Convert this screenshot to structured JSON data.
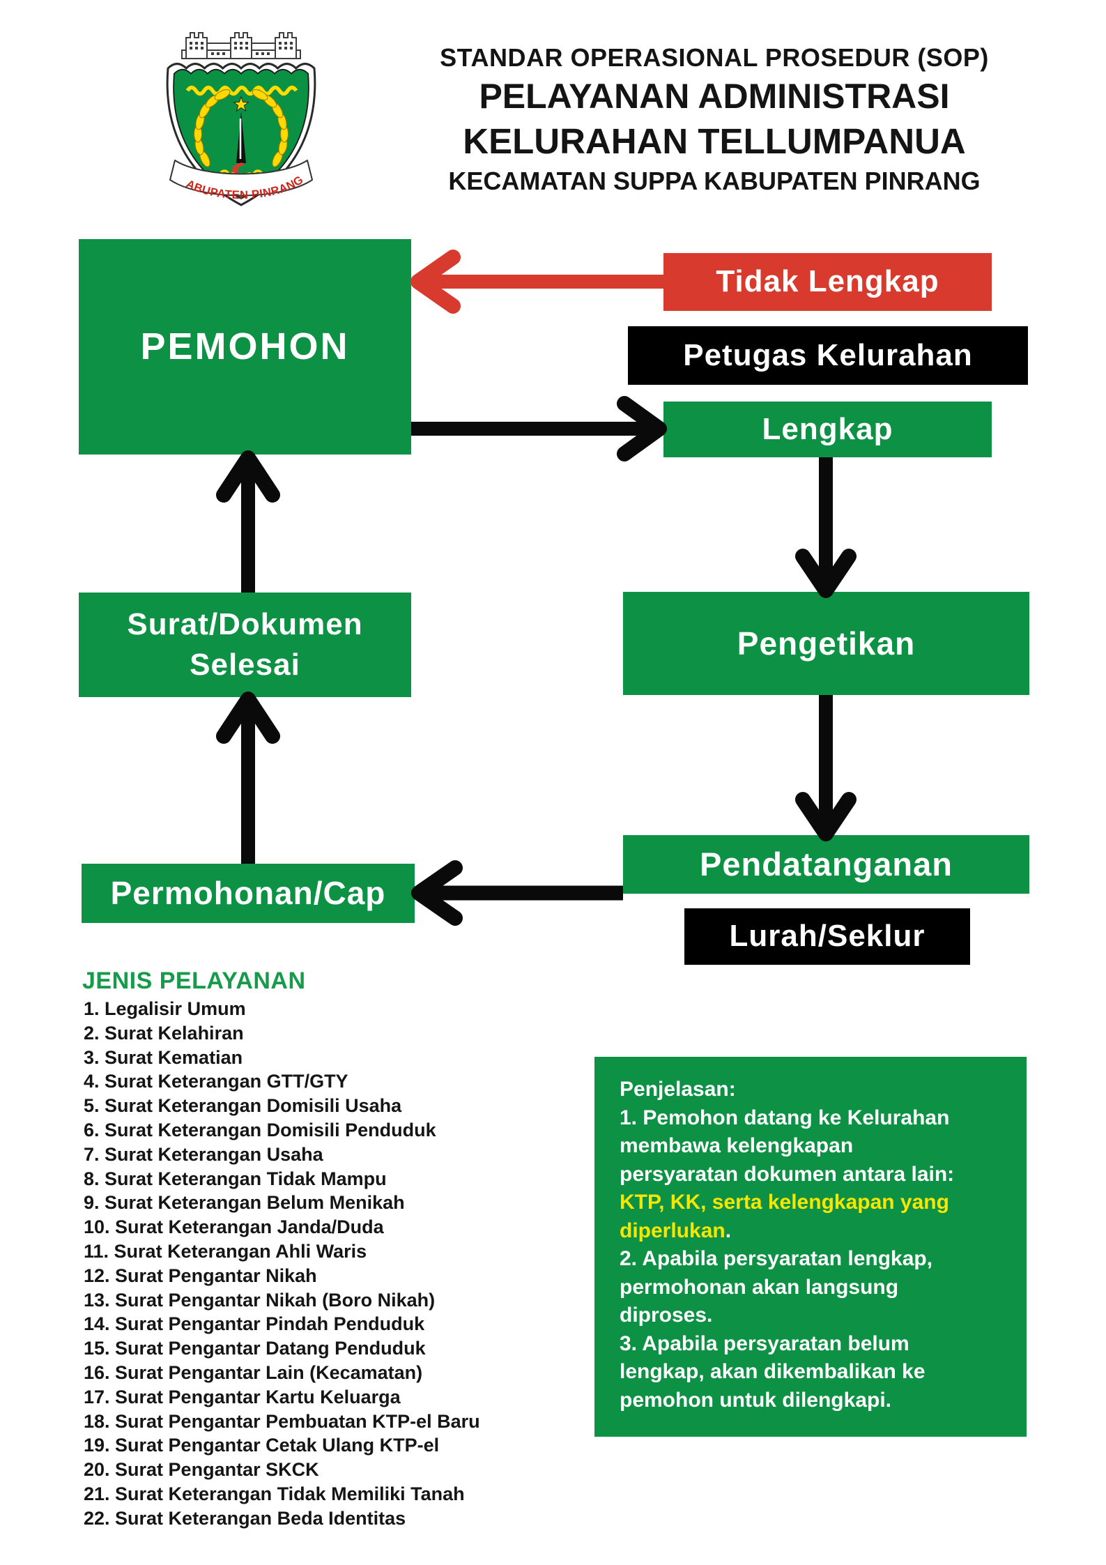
{
  "palette": {
    "green": "#0d9144",
    "heading-green": "#169b4a",
    "red": "#d93a2e",
    "black": "#000000",
    "yellow": "#f7e600",
    "white": "#ffffff"
  },
  "header": {
    "logo": {
      "name": "kabupaten-pinrang-seal",
      "banner_text": "KABUPATEN PINRANG"
    },
    "title_lines": {
      "line1": "STANDAR OPERASIONAL PROSEDUR (SOP)",
      "line2": "PELAYANAN ADMINISTRASI",
      "line3": "KELURAHAN TELLUMPANUA",
      "line4": "KECAMATAN SUPPA KABUPATEN PINRANG"
    }
  },
  "flowchart": {
    "nodes": {
      "pemohon": {
        "label": "PEMOHON",
        "color": "green"
      },
      "tidak_lengkap": {
        "label": "Tidak Lengkap",
        "color": "red"
      },
      "petugas_kelurahan": {
        "label": "Petugas Kelurahan",
        "color": "black"
      },
      "lengkap": {
        "label": "Lengkap",
        "color": "green"
      },
      "pengetikan": {
        "label": "Pengetikan",
        "color": "green"
      },
      "surat_dokumen_selesai": {
        "label": "Surat/Dokumen\nSelesai",
        "color": "green"
      },
      "pendatanganan": {
        "label": "Pendatanganan",
        "color": "green"
      },
      "lurah_seklur": {
        "label": "Lurah/Seklur",
        "color": "black"
      },
      "permohonan_cap": {
        "label": "Permohonan/Cap",
        "color": "green"
      }
    },
    "arrows": [
      "tidak-lengkap-to-pemohon (red)",
      "pemohon-to-lengkap",
      "lengkap-to-pengetikan",
      "pengetikan-to-pendatanganan",
      "pendatanganan-to-permohonan-cap",
      "permohonan-cap-to-surat-dokumen",
      "surat-dokumen-to-pemohon"
    ]
  },
  "services": {
    "heading": "JENIS PELAYANAN",
    "items": [
      "1. Legalisir Umum",
      "2. Surat Kelahiran",
      "3. Surat Kematian",
      "4. Surat Keterangan GTT/GTY",
      "5. Surat Keterangan Domisili Usaha",
      "6. Surat Keterangan Domisili Penduduk",
      "7. Surat Keterangan Usaha",
      "8. Surat Keterangan Tidak Mampu",
      "9. Surat Keterangan Belum Menikah",
      "10. Surat Keterangan Janda/Duda",
      "11. Surat Keterangan Ahli Waris",
      "12. Surat Pengantar Nikah",
      "13. Surat Pengantar Nikah (Boro Nikah)",
      "14. Surat Pengantar Pindah Penduduk",
      "15. Surat Pengantar Datang Penduduk",
      "16. Surat Pengantar Lain (Kecamatan)",
      "17. Surat Pengantar Kartu Keluarga",
      "18. Surat Pengantar Pembuatan KTP-el Baru",
      "19. Surat Pengantar Cetak Ulang KTP-el",
      "20. Surat Pengantar SKCK",
      "21. Surat Keterangan Tidak Memiliki Tanah",
      "22. Surat Keterangan Beda Identitas"
    ]
  },
  "explanation": {
    "segments": [
      {
        "style": "white",
        "text": "Penjelasan:\n1. Pemohon datang ke Kelurahan\nmembawa kelengkapan\npersyaratan dokumen antara lain:\n"
      },
      {
        "style": "yellow",
        "text": "KTP, KK, serta kelengkapan yang\ndiperlukan"
      },
      {
        "style": "white",
        "text": ".\n2. Apabila persyaratan lengkap,\npermohonan akan langsung\ndiproses.\n3. Apabila persyaratan belum\nlengkap, akan dikembalikan ke\npemohon untuk dilengkapi."
      }
    ]
  }
}
